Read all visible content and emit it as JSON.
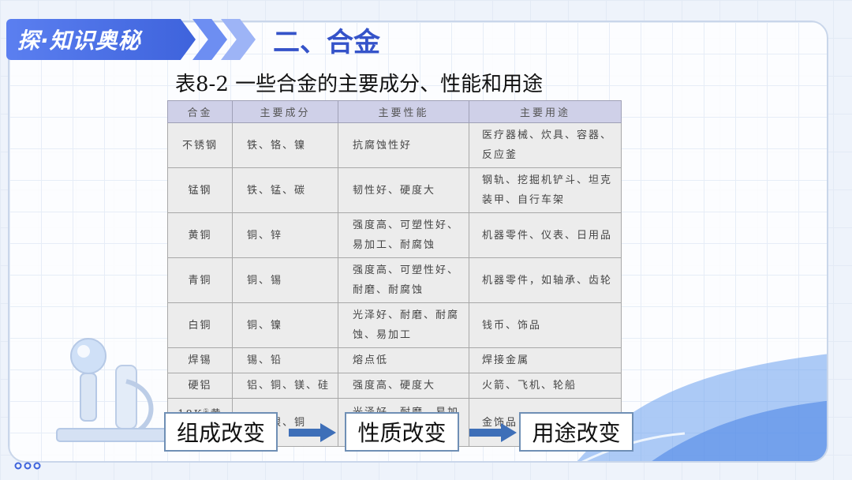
{
  "banner": {
    "label": "探·知识奥秘"
  },
  "heading": "二、合金",
  "table_title": "表8-2 一些合金的主要成分、性能和用途",
  "table": {
    "headers": [
      "合金",
      "主要成分",
      "主要性能",
      "主要用途"
    ],
    "rows": [
      {
        "alloy": "不锈钢",
        "components": "铁、铬、镍",
        "properties": "抗腐蚀性好",
        "uses": "医疗器械、炊具、容器、反应釜"
      },
      {
        "alloy": "锰钢",
        "components": "铁、锰、碳",
        "properties": "韧性好、硬度大",
        "uses": "钢轨、挖掘机铲斗、坦克装甲、自行车架"
      },
      {
        "alloy": "黄铜",
        "components": "铜、锌",
        "properties": "强度高、可塑性好、易加工、耐腐蚀",
        "uses": "机器零件、仪表、日用品"
      },
      {
        "alloy": "青铜",
        "components": "铜、锡",
        "properties": "强度高、可塑性好、耐磨、耐腐蚀",
        "uses": "机器零件，如轴承、齿轮"
      },
      {
        "alloy": "白铜",
        "components": "铜、镍",
        "properties": "光泽好、耐磨、耐腐蚀、易加工",
        "uses": "钱币、饰品"
      },
      {
        "alloy": "焊锡",
        "components": "锡、铅",
        "properties": "熔点低",
        "uses": "焊接金属"
      },
      {
        "alloy": "硬铝",
        "components": "铝、铜、镁、硅",
        "properties": "强度高、硬度大",
        "uses": "火箭、飞机、轮船"
      },
      {
        "alloy": "黄金",
        "alloy_prefix": "18K",
        "alloy_note": "①",
        "components": "金、银、铜",
        "properties": "光泽好、耐磨、易加工",
        "uses": "金饰品"
      }
    ]
  },
  "flow": {
    "step1": "组成改变",
    "step2": "性质改变",
    "step3": "用途改变"
  },
  "colors": {
    "accent": "#3e63dc",
    "heading": "#3553c9",
    "table_header": "#cfd0e8",
    "arrow": "#3e6fb8"
  },
  "icons": [
    "arrow-right-icon",
    "arrow-right-icon",
    "flask-decor-icon",
    "dots-icon"
  ]
}
